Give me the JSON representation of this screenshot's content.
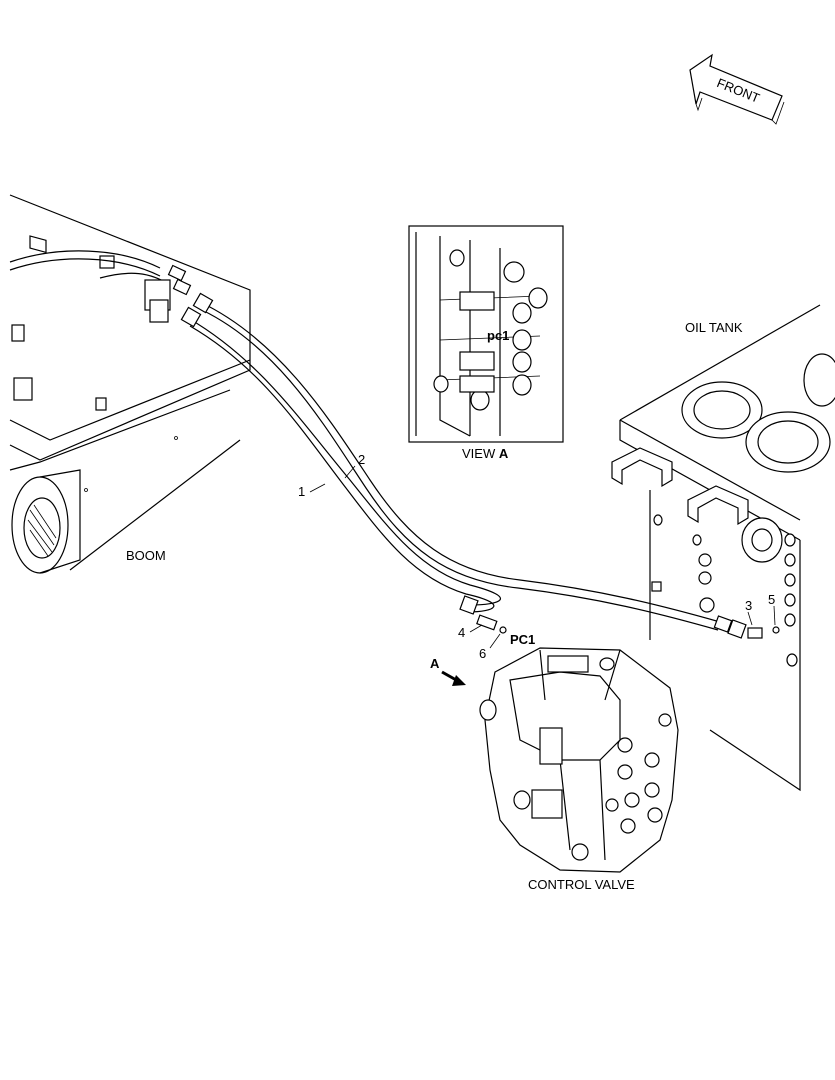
{
  "labels": {
    "front": "FRONT",
    "oil_tank": "OIL TANK",
    "boom": "BOOM",
    "control_valve": "CONTROL VALVE",
    "view_a_prefix": "VIEW ",
    "view_a_letter": "A",
    "view_a_port": "pc1",
    "port_pc1": "PC1",
    "arrow_a": "A"
  },
  "part_numbers": {
    "p1": "1",
    "p2": "2",
    "p3": "3",
    "p4": "4",
    "p5": "5",
    "p6": "6"
  },
  "colors": {
    "line": "#000000",
    "background": "#ffffff"
  }
}
